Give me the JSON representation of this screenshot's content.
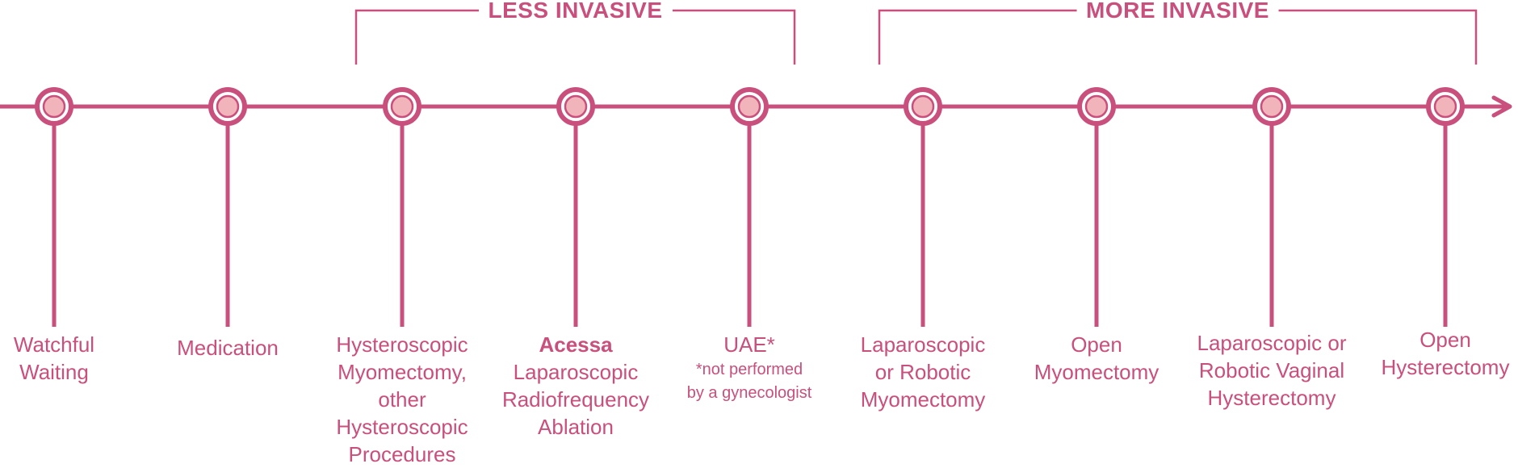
{
  "colors": {
    "accent": "#c94f7c",
    "node_fill": "#f2b4bb",
    "background": "#ffffff"
  },
  "groups": [
    {
      "label": "LESS INVASIVE"
    },
    {
      "label": "MORE INVASIVE"
    }
  ],
  "steps": [
    {
      "lines": [
        "Watchful",
        "Waiting"
      ]
    },
    {
      "lines": [
        "Medication"
      ]
    },
    {
      "lines": [
        "Hysteroscopic",
        "Myomectomy,",
        "other",
        "Hysteroscopic",
        "Procedures"
      ]
    },
    {
      "bold": "Acessa",
      "lines": [
        "Laparoscopic",
        "Radiofrequency",
        "Ablation"
      ]
    },
    {
      "lines": [
        "UAE*"
      ],
      "note": [
        "*not performed",
        "by a gynecologist"
      ]
    },
    {
      "lines": [
        "Laparoscopic",
        "or Robotic",
        "Myomectomy"
      ]
    },
    {
      "lines": [
        "Open",
        "Myomectomy"
      ]
    },
    {
      "lines": [
        "Laparoscopic or",
        "Robotic Vaginal",
        "Hysterectomy"
      ]
    },
    {
      "lines": [
        "Open",
        "Hysterectomy"
      ]
    }
  ]
}
